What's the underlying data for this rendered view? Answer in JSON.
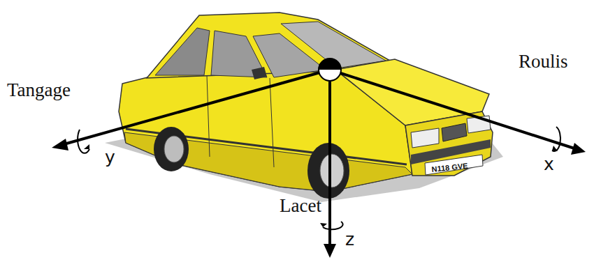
{
  "diagram": {
    "labels": [
      "Tangage",
      "y",
      "Roulis",
      "x",
      "Lacet",
      "z",
      "N118 GVE"
    ]
  }
}
